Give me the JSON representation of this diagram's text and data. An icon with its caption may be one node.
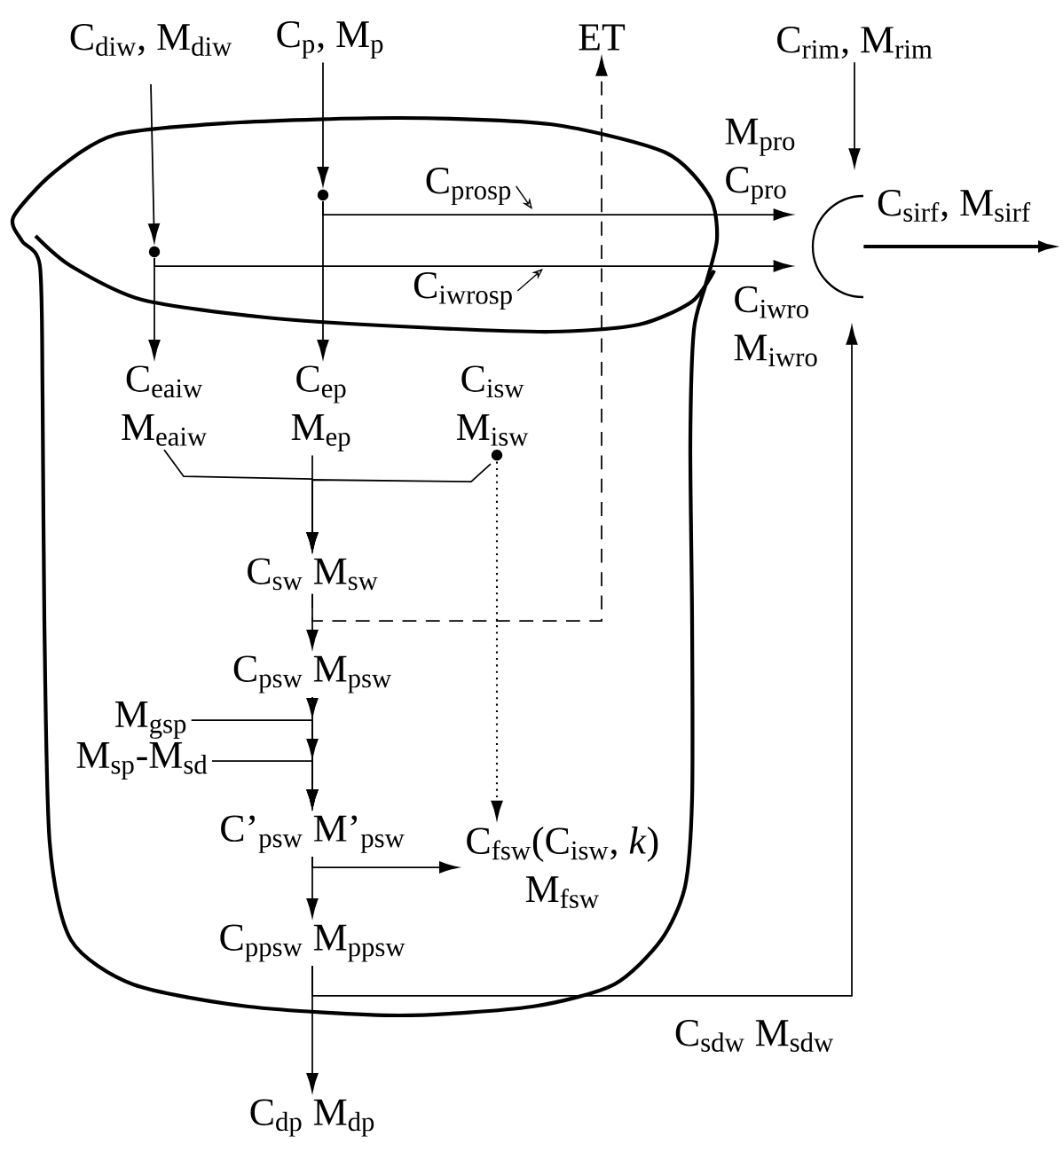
{
  "diagram": {
    "nodes": [
      {
        "text": [],
        "shape": "cloud"
      },
      {
        "text": [
          "C$_{diw}$, M$_{diw}$"
        ]
      },
      {
        "text": [
          "C$_{p}$, M$_{p}$"
        ]
      },
      {
        "text": [
          "ET"
        ]
      },
      {
        "text": [
          "C$_{rim}$, M$_{rim}$"
        ]
      },
      {
        "text": [],
        "shape": "circle",
        "in": 0
      },
      {
        "text": [],
        "shape": "circle",
        "in": 0
      },
      {
        "text": [
          "C$_{eaiw}$",
          "M$_{eaiw}$"
        ],
        "in": 0
      },
      {
        "text": [
          "C$_{ep}$",
          "M$_{ep}$"
        ],
        "in": 0
      },
      {
        "text": [
          "C$_{isw}$",
          "M$_{isw}$"
        ],
        "in": 0
      },
      {
        "text": [
          "C$_{sw}$ M$_{sw}$"
        ],
        "in": 0
      },
      {
        "text": [
          "C$_{psw}$ M$_{psw}$"
        ],
        "in": 0
      },
      {
        "text": [
          "M$_{gsp}$"
        ],
        "in": 0
      },
      {
        "text": [
          "M$_{sp}$-M$_{sd}$"
        ],
        "in": 0
      },
      {
        "text": [
          "C’$_{psw}$ M’$_{psw}$"
        ],
        "in": 0
      },
      {
        "text": [
          "C$_{fsw}$(C$_{isw}$, *k*)",
          "M$_{fsw}$"
        ],
        "in": 0
      },
      {
        "text": [
          "C$_{ppsw}$ M$_{ppsw}$"
        ],
        "in": 0
      },
      {
        "text": [
          "C$_{dp}$ M$_{dp}$"
        ]
      },
      {
        "text": [],
        "shape": "arc"
      },
      {
        "text": [
          "C$_{prosp}$"
        ],
        "in": 0
      },
      {
        "text": [
          "C$_{iwrosp}$"
        ],
        "in": 0
      }
    ],
    "edges": [
      {
        "from": 1,
        "to": 5,
        "arrow": "to"
      },
      {
        "from": 2,
        "to": 6,
        "arrow": "to"
      },
      {
        "from": 5,
        "to": 7,
        "arrow": "to"
      },
      {
        "from": 5,
        "to": 18,
        "arrow": "to",
        "label": "C$_{iwro}$ M$_{iwro}$"
      },
      {
        "from": 6,
        "to": 8,
        "arrow": "to"
      },
      {
        "from": 6,
        "to": 18,
        "arrow": "to",
        "label": "M$_{pro}$ C$_{pro}$"
      },
      {
        "from": 4,
        "to": 18,
        "arrow": "to"
      },
      {
        "from": 18,
        "to": null,
        "arrow": "to",
        "style": "thick",
        "label": "C$_{sirf}$, M$_{sirf}$"
      },
      {
        "from": 7,
        "to": 10,
        "arrow": "to"
      },
      {
        "from": 8,
        "to": 10,
        "arrow": "to"
      },
      {
        "from": 9,
        "to": 10,
        "arrow": "to"
      },
      {
        "from": 9,
        "to": 15,
        "arrow": "to",
        "style": "dashed"
      },
      {
        "from": 10,
        "to": 11,
        "arrow": "to"
      },
      {
        "from": 10,
        "to": 3,
        "arrow": "to",
        "style": "dashed"
      },
      {
        "from": 12,
        "to": 14,
        "arrow": "to"
      },
      {
        "from": 13,
        "to": 14,
        "arrow": "to"
      },
      {
        "from": 11,
        "to": 14,
        "arrow": "to"
      },
      {
        "from": 14,
        "to": 16,
        "arrow": "to"
      },
      {
        "from": 14,
        "to": 15,
        "arrow": "to"
      },
      {
        "from": 16,
        "to": 17,
        "arrow": "to"
      },
      {
        "from": 16,
        "to": 18,
        "arrow": "to",
        "label": "C$_{sdw}$ M$_{sdw}$"
      },
      {
        "from": 19,
        "to": null,
        "arrow": "to"
      },
      {
        "from": 20,
        "to": null,
        "arrow": "to"
      }
    ]
  }
}
